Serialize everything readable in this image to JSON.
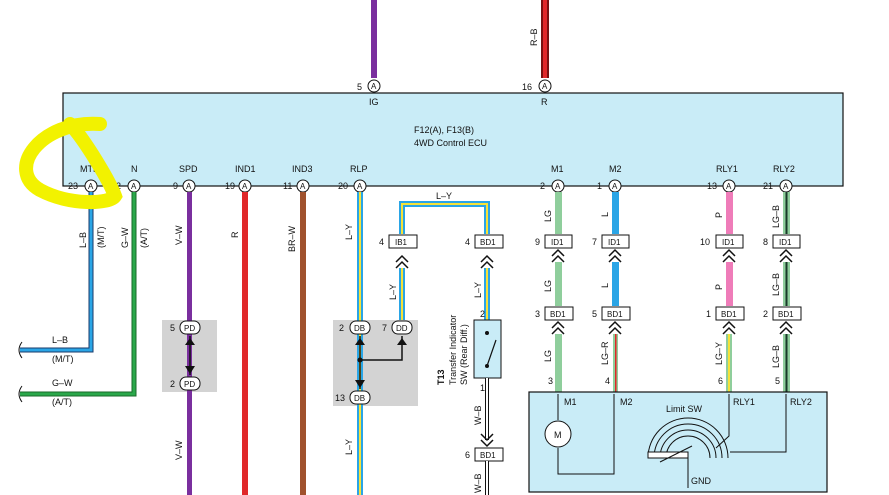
{
  "ecu": {
    "name_line1": "F12(A), F13(B)",
    "name_line2": "4WD Control ECU",
    "top_pins": [
      {
        "label": "IG",
        "pin": "5",
        "conn": "A",
        "wire": "",
        "color": "#7a2f9e"
      },
      {
        "label": "R",
        "pin": "16",
        "conn": "A",
        "wire": "R–B",
        "color": "#e0282a"
      }
    ],
    "bottom_pins": [
      {
        "label": "MTN",
        "pin": "23",
        "conn": "A"
      },
      {
        "label": "N",
        "pin": "22",
        "conn": "A"
      },
      {
        "label": "SPD",
        "pin": "9",
        "conn": "A"
      },
      {
        "label": "IND1",
        "pin": "19",
        "conn": "A"
      },
      {
        "label": "IND3",
        "pin": "11",
        "conn": "A"
      },
      {
        "label": "RLP",
        "pin": "20",
        "conn": "A"
      },
      {
        "label": "M1",
        "pin": "2",
        "conn": "A"
      },
      {
        "label": "M2",
        "pin": "1",
        "conn": "A"
      },
      {
        "label": "RLY1",
        "pin": "13",
        "conn": "A"
      },
      {
        "label": "RLY2",
        "pin": "21",
        "conn": "A"
      }
    ]
  },
  "wires": {
    "mtn": "L–B",
    "mtn_note": "(M/T)",
    "n": "G–W",
    "n_note": "(A/T)",
    "spd": "V–W",
    "ind1": "R",
    "ind3": "BR–W",
    "rlp": "L–Y",
    "loop": "L–Y",
    "ib1_wire": "L–Y",
    "bd1_wire": "L–Y",
    "sw_out": "W–B",
    "sw_out2": "W–B",
    "m1": "LG",
    "m1b": "LG",
    "m1c": "LG",
    "m2": "L",
    "m2b": "L",
    "m2c": "LG–R",
    "rly1": "P",
    "rly1b": "P",
    "rly1c": "LG–Y",
    "rly2": "LG–B",
    "rly2b": "LG–B",
    "rly2c": "LG–B"
  },
  "left_terminals": [
    {
      "wire": "L–B",
      "note": "(M/T)"
    },
    {
      "wire": "G–W",
      "note": "(A/T)"
    }
  ],
  "junctions": {
    "pd_top": {
      "pin": "5",
      "name": "PD"
    },
    "pd_bot": {
      "pin": "2",
      "name": "PD"
    },
    "db_tl": {
      "pin": "2",
      "name": "DB"
    },
    "dd_tr": {
      "pin": "7",
      "name": "DD"
    },
    "db_bot": {
      "pin": "13",
      "name": "DB"
    }
  },
  "connectors": {
    "ib1": {
      "pin": "4",
      "name": "IB1"
    },
    "bd1_sw": {
      "pin": "4",
      "name": "BD1"
    },
    "bd1_sw_low": {
      "pin": "6",
      "name": "BD1"
    },
    "id1_m1": {
      "pin": "9",
      "name": "ID1"
    },
    "id1_m2": {
      "pin": "7",
      "name": "ID1"
    },
    "id1_rly1": {
      "pin": "10",
      "name": "ID1"
    },
    "id1_rly2": {
      "pin": "8",
      "name": "ID1"
    },
    "bd1_m1": {
      "pin": "3",
      "name": "BD1"
    },
    "bd1_m2": {
      "pin": "5",
      "name": "BD1"
    },
    "bd1_rly1": {
      "pin": "1",
      "name": "BD1"
    },
    "bd1_rly2": {
      "pin": "2",
      "name": "BD1"
    }
  },
  "switch": {
    "code": "T13",
    "name_line1": "Transfer Indicator",
    "name_line2": "SW (Rear Diff.)",
    "pin_top": "2",
    "pin_bot": "1"
  },
  "actuator": {
    "pins": [
      "3",
      "4",
      "6",
      "5"
    ],
    "labels": {
      "m1": "M1",
      "m2": "M2",
      "rly1": "RLY1",
      "rly2": "RLY2"
    },
    "limit_sw": "Limit SW",
    "motor": "M",
    "gnd": "GND"
  },
  "colors": {
    "ecu_fill": "#c9ecf7",
    "highlight": "#f2f200",
    "purple": "#7a2f9e",
    "red": "#e0282a",
    "brown": "#a0522d",
    "blue": "#2aa5e6",
    "green": "#2aa84a",
    "light_green": "#8fce9c",
    "yellow": "#f5e23a",
    "pink": "#ef7cb9",
    "grey_box": "#d3d3d3"
  }
}
